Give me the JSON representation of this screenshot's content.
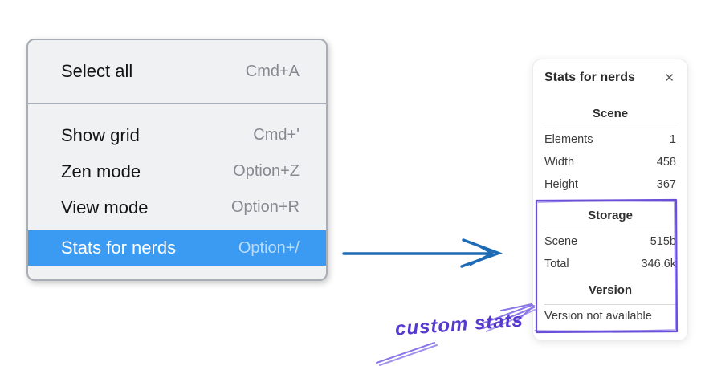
{
  "context_menu": {
    "items": [
      {
        "label": "Select all",
        "shortcut": "Cmd+A",
        "highlighted": false
      },
      {
        "label": "Show grid",
        "shortcut": "Cmd+'",
        "highlighted": false
      },
      {
        "label": "Zen mode",
        "shortcut": "Option+Z",
        "highlighted": false
      },
      {
        "label": "View mode",
        "shortcut": "Option+R",
        "highlighted": false
      },
      {
        "label": "Stats for nerds",
        "shortcut": "Option+/",
        "highlighted": true
      }
    ]
  },
  "stats_panel": {
    "title": "Stats for nerds",
    "close_icon": "✕",
    "scene_section": {
      "header": "Scene",
      "rows": [
        {
          "label": "Elements",
          "value": "1"
        },
        {
          "label": "Width",
          "value": "458"
        },
        {
          "label": "Height",
          "value": "367"
        }
      ]
    },
    "storage_section": {
      "header": "Storage",
      "rows": [
        {
          "label": "Scene",
          "value": "515b"
        },
        {
          "label": "Total",
          "value": "346.6k"
        }
      ]
    },
    "version_section": {
      "header": "Version",
      "note": "Version not available"
    }
  },
  "annotation": {
    "label": "custom stats"
  },
  "colors": {
    "menu_highlight": "#3b9bf2",
    "menu_background": "#f0f1f3",
    "blue_arrow": "#1d6ab5",
    "annotation_box_purple": "#6a50d8",
    "annotation_arrow_purple": "#8a76e6",
    "annotation_text_purple": "#5639cf"
  }
}
